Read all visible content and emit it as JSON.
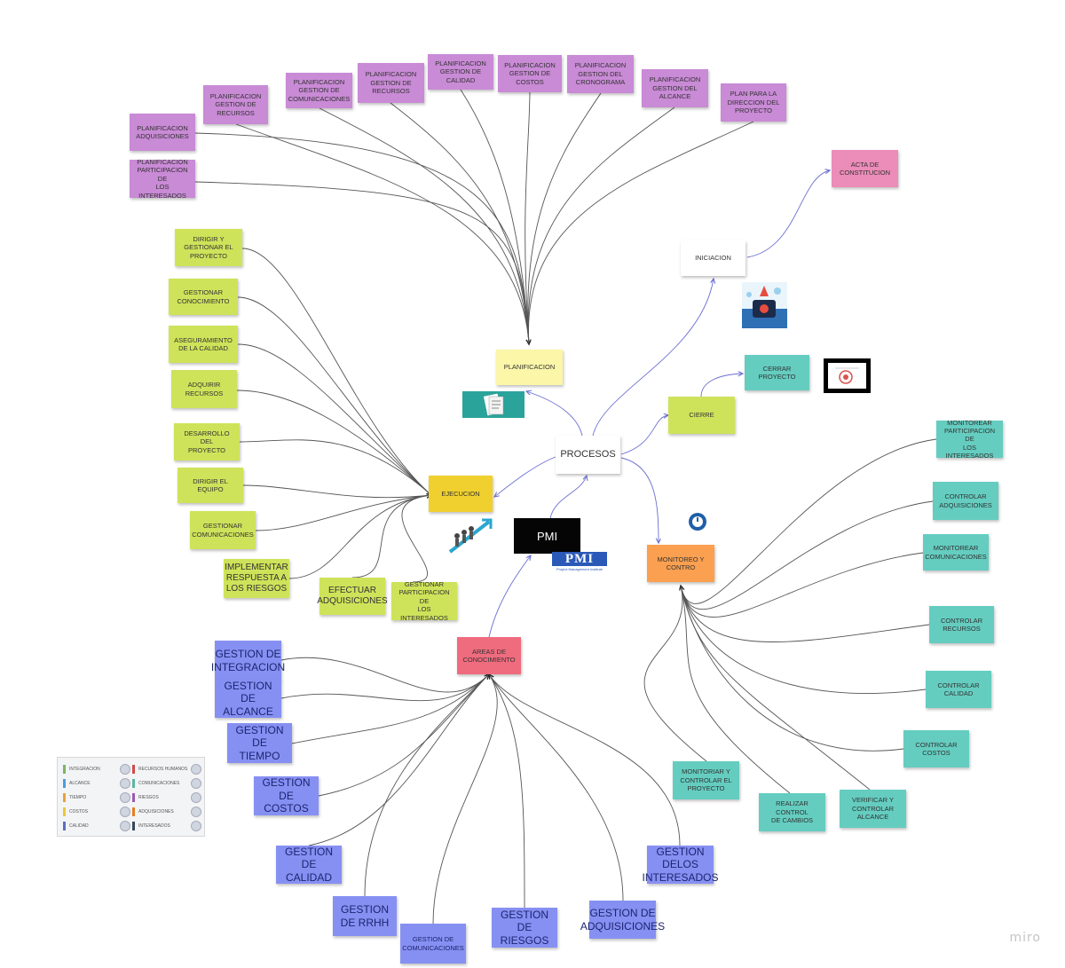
{
  "board": {
    "brand": "miro"
  },
  "center": {
    "label": "PROCESOS",
    "color": "#c98ad6"
  },
  "processes": {
    "planificacion": "PLANIFICACION",
    "iniciacion": "INICIACION",
    "acta": "ACTA DE\nCONSTITUCION",
    "cierre": "CIERRE",
    "cerrar": "CERRAR PROYECTO",
    "ejecucion": "EJECUCION",
    "monitoreo": "MONITOREO Y\nCONTRO",
    "pmi": "PMI",
    "pmi_logo": "PMI",
    "pmi_logo_sub": "Project Management Institute",
    "areas": "AREAS DE\nCONOCIMIENTO"
  },
  "planning_items": [
    "PLANIFICACION\nADQUISICIONES",
    "PLANIFICACION\nPARTICIPACION DE\nLOS INTERESADOS",
    "PLANIFICACION\nGESTION DE\nRECURSOS",
    "PLANIFICACION\nGESTION DE\nCOMUNICACIONES",
    "PLANIFICACION\nGESTION DE\nRECURSOS",
    "PLANIFICACION\nGESTION DE\nCALIDAD",
    "PLANIFICACION\nGESTION DE\nCOSTOS",
    "PLANIFICACION\nGESTION DEL\nCRONOGRAMA",
    "PLANIFICACION\nGESTION DEL\nALCANCE",
    "PLAN PARA LA\nDIRECCION DEL\nPROYECTO"
  ],
  "execution_items": [
    "DIRIGIR Y\nGESTIONAR EL\nPROYECTO",
    "GESTIONAR\nCONOCIMIENTO",
    "ASEGURAMIENTO\nDE LA CALIDAD",
    "ADQUIRIR\nRECURSOS",
    "DESARROLLO DEL\nPROYECTO",
    "DIRIGIR EL EQUIPO",
    "GESTIONAR\nCOMUNICACIONES",
    "IMPLEMENTAR\nRESPUESTA A\nLOS RIESGOS",
    "EFECTUAR\nADQUISICIONES",
    "GESTIONAR\nPARTICIPACION DE\nLOS INTERESADOS"
  ],
  "monitoring_items": [
    "MONITOREAR\nPARTICIPACION DE\nLOS INTERESADOS",
    "CONTROLAR\nADQUISICIONES",
    "MONITOREAR\nCOMUNICACIONES",
    "CONTROLAR\nRECURSOS",
    "CONTROLAR\nCALIDAD",
    "CONTROLAR\nCOSTOS",
    "VERIFICAR Y\nCONTROLAR\nALCANCE",
    "REALIZAR CONTROL\nDE CAMBIOS",
    "MONITORIAR Y\nCONTROLAR EL\nPROYECTO"
  ],
  "knowledge_areas": [
    "GESTION DE\nINTEGRACION",
    "GESTION DE\nALCANCE",
    "GESTION\nDE TIEMPO",
    "GESTION\nDE COSTOS",
    "GESTION DE\nCALIDAD",
    "GESTION\nDE RRHH",
    "GESTION DE\nCOMUNICACIONES",
    "GESTION\nDE RIESGOS",
    "GESTION DE\nADQUISICIONES",
    "GESTION DELOS\nINTERESADOS"
  ],
  "legend": {
    "left": [
      "INTEGRACION",
      "ALCANCE",
      "TIEMPO",
      "COSTOS",
      "CALIDAD"
    ],
    "right": [
      "RECURSOS HUMANOS",
      "COMUNICACIONES",
      "RIESGOS",
      "ADQUISICIONES",
      "INTERESADOS"
    ],
    "left_colors": [
      "#7bb661",
      "#4d9ed8",
      "#e8a33b",
      "#e8c93b",
      "#5a6fc4"
    ],
    "right_colors": [
      "#d24a4a",
      "#5ab6a0",
      "#9b59b6",
      "#e67e22",
      "#34495e"
    ]
  },
  "colors": {
    "planning": "#c98ad6",
    "planificacion": "#fbf6a8",
    "execution": "#cfe35a",
    "ejecucion": "#f0d02e",
    "monitoring": "#64cdc0",
    "monitoreo": "#fba050",
    "areas_note": "#ef6b7e",
    "knowledge": "#8690f2",
    "acta": "#ec8cb8",
    "iniciacion": "#ffffff",
    "connector_dark": "#555555",
    "connector_blue": "#6b6fd0"
  }
}
